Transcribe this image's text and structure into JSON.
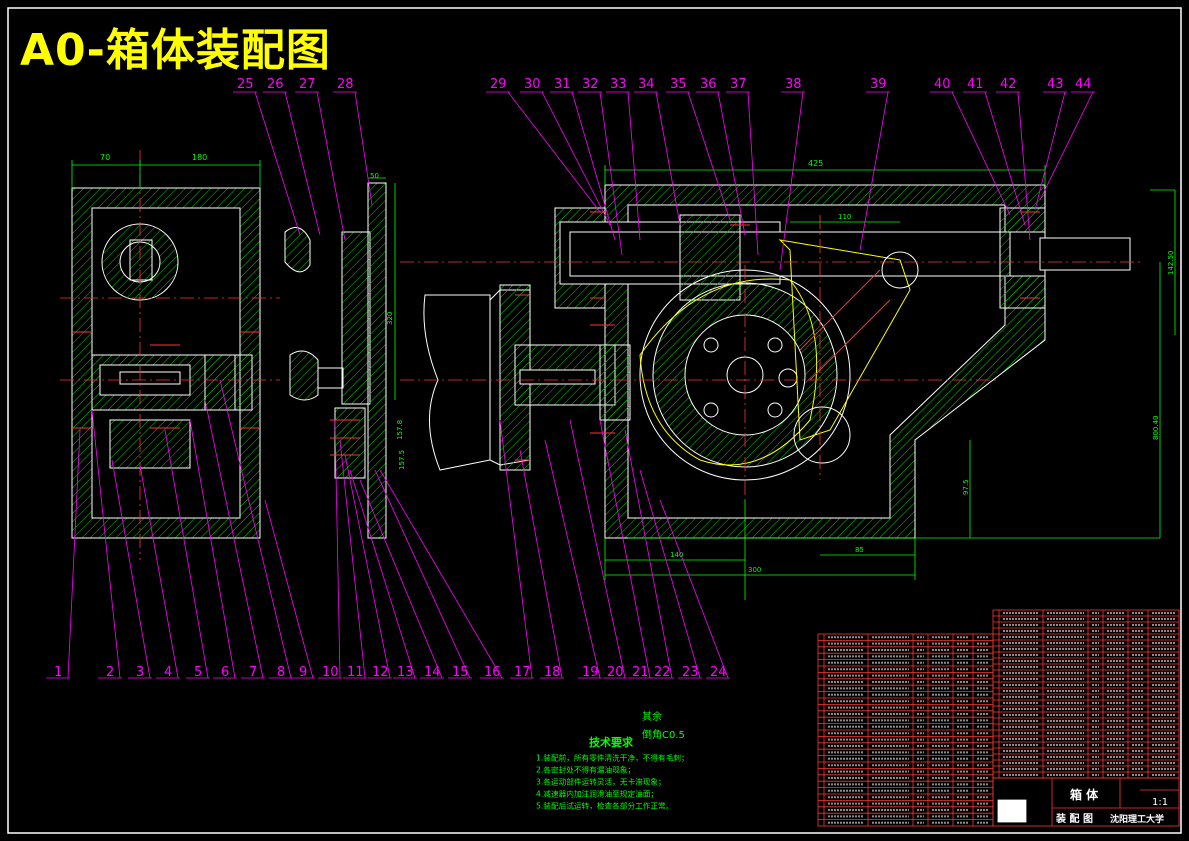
{
  "title": "A0-箱体装配图",
  "balloons": [
    "1",
    "2",
    "3",
    "4",
    "5",
    "6",
    "7",
    "8",
    "9",
    "10",
    "11",
    "12",
    "13",
    "14",
    "15",
    "16",
    "17",
    "18",
    "19",
    "20",
    "21",
    "22",
    "23",
    "24",
    "25",
    "26",
    "27",
    "28",
    "29",
    "30",
    "31",
    "32",
    "33",
    "34",
    "35",
    "36",
    "37",
    "38",
    "39",
    "40",
    "41",
    "42",
    "43",
    "44"
  ],
  "dimensions": {
    "d70": "70",
    "d180": "180",
    "d50": "50",
    "d320": "320",
    "d425": "425",
    "d110": "110",
    "d142": "142.50",
    "d800": "800.40",
    "d975": "97.5",
    "d85": "85",
    "d140": "140",
    "d300": "300",
    "d157": "157.5",
    "d157b": "157.8"
  },
  "tech": {
    "title": "技术要求",
    "lines": [
      "1.装配前，所有零件清洗干净，不得有毛刺；",
      "2.各密封处不得有漏油现象；",
      "3.各运动部件运转灵活，无卡滞现象；",
      "4.减速器内加注润滑油至规定油面；",
      "5.装配后试运转，检查各部分工作正常。"
    ]
  },
  "roughness": "其余",
  "chamfer": "倒角C0.5",
  "titleblock": {
    "name": "箱 体",
    "type": "装 配 图",
    "school": "沈阳理工大学",
    "scale": "1:1"
  }
}
